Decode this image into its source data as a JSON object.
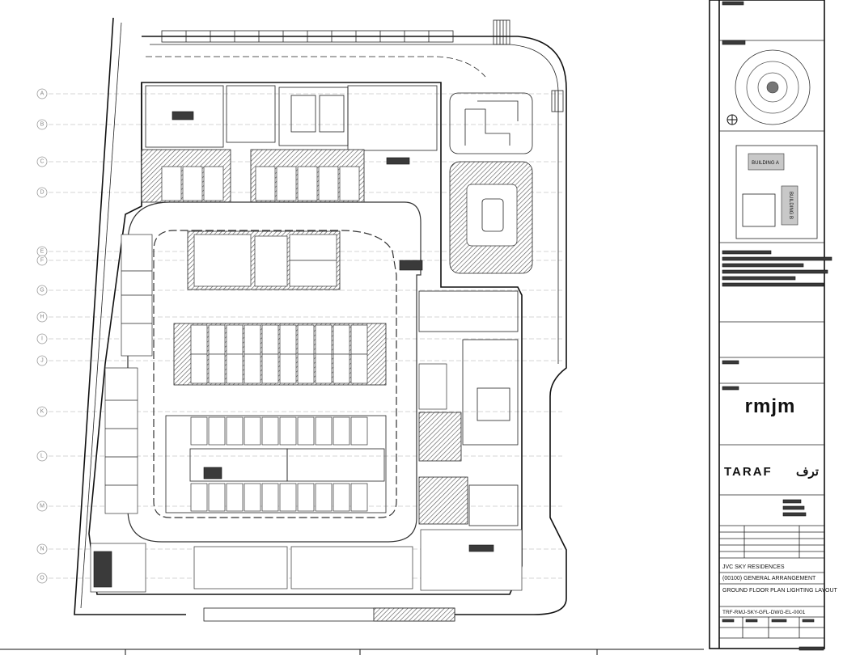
{
  "title_block": {
    "key_plan_labels": {
      "building_a": "BUILDING A",
      "building_b": "BUILDING B"
    },
    "consultant_logo": "rmjm",
    "client_name_latin": "TARAF",
    "client_name_arabic": "ترف",
    "project_name": "JVC SKY RESIDENCES",
    "drawing_category": "(00100) GENERAL ARRANGEMENT",
    "drawing_title": "GROUND FLOOR PLAN LIGHTING LAYOUT",
    "drawing_number": "TRF-RMJ-SKY-GFL-DWG-EL-0001"
  },
  "grid": {
    "row_labels": [
      "A",
      "B",
      "C",
      "D",
      "E",
      "F",
      "G",
      "H",
      "I",
      "J",
      "K",
      "L",
      "M",
      "N",
      "O"
    ]
  },
  "colors": {
    "line": "#111111",
    "grid": "#c8c8c8",
    "hatch": "#555555",
    "key_plan_building": "#c8c8c8"
  }
}
